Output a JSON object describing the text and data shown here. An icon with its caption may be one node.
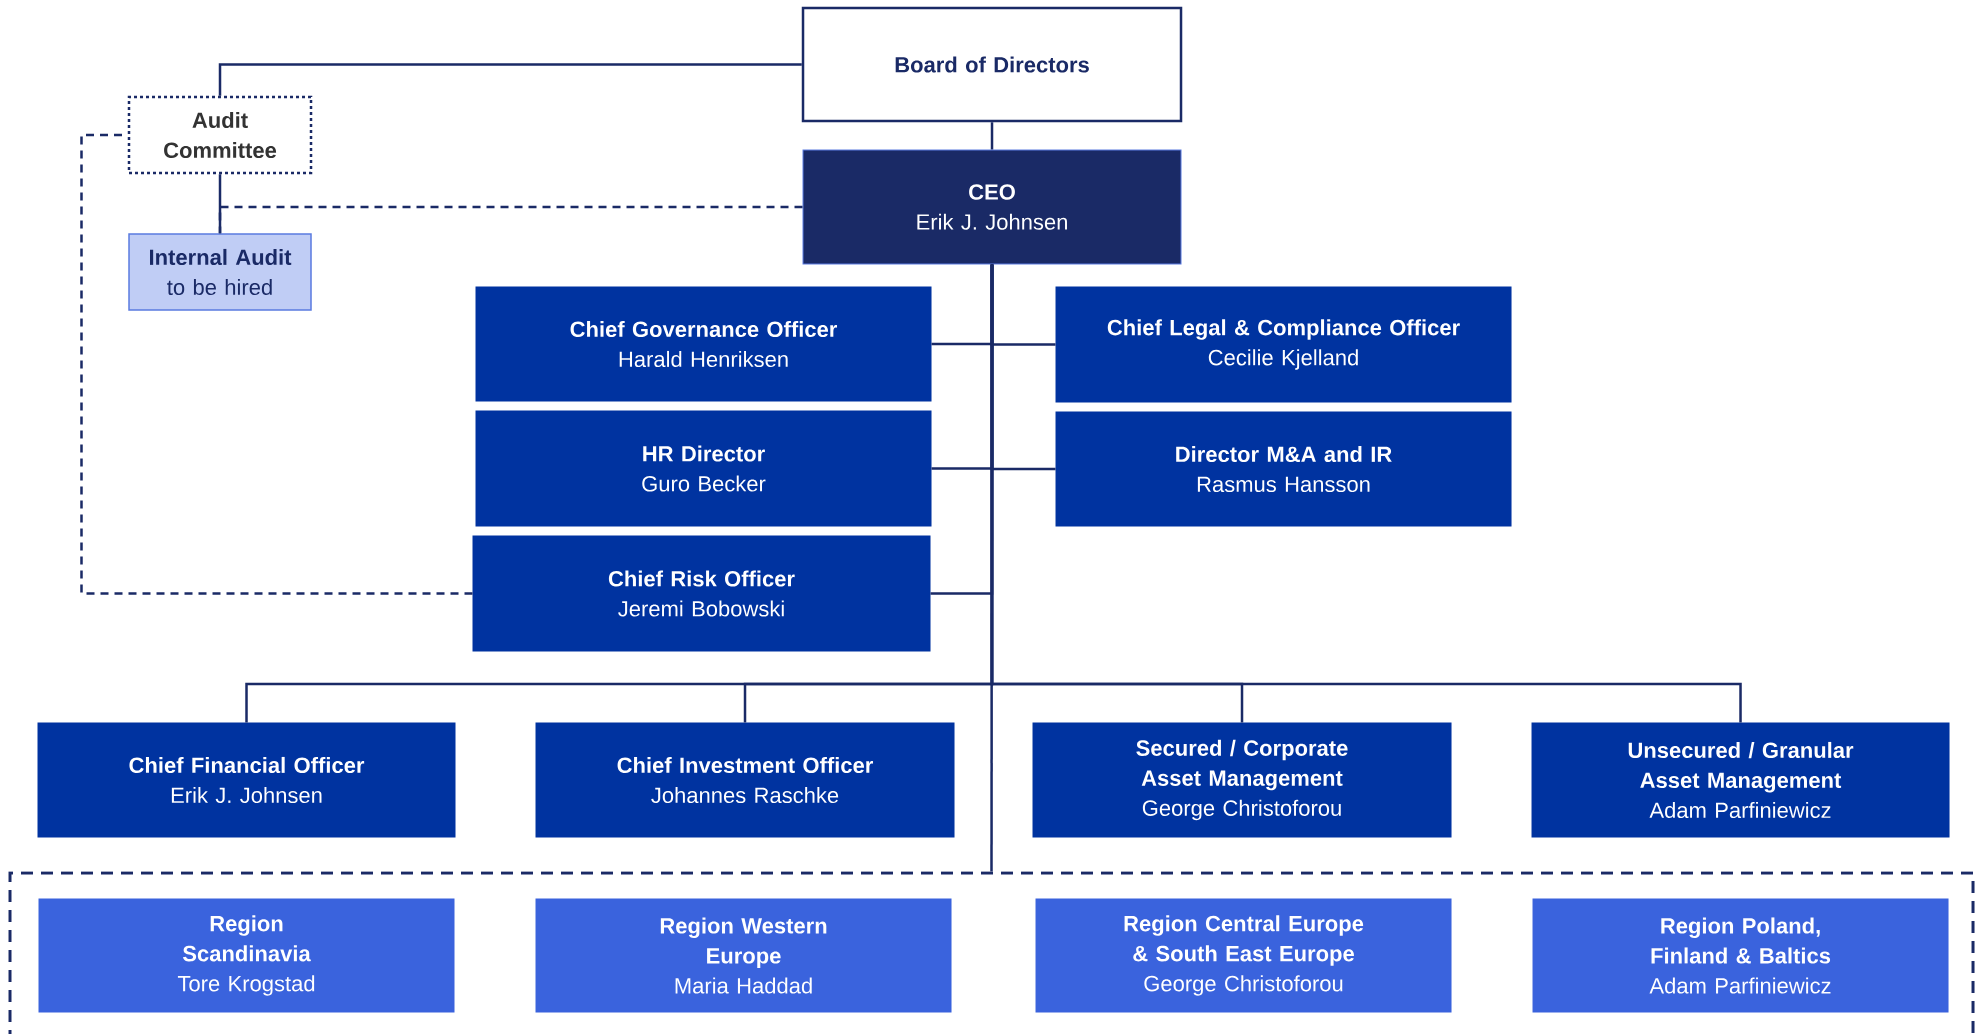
{
  "diagram": {
    "nodes": [
      {
        "text": [
          "Board of Directors"
        ]
      },
      {
        "text": [
          "Audit Committee"
        ]
      },
      {
        "text": [
          "Internal Audit",
          "to be hired"
        ]
      },
      {
        "text": [
          "CEO",
          "Erik J. Johnsen"
        ]
      },
      {
        "text": [
          "Chief Governance Officer",
          "Harald Henriksen"
        ]
      },
      {
        "text": [
          "Chief Legal & Compliance Officer",
          "Cecilie Kjelland"
        ]
      },
      {
        "text": [
          "HR Director",
          "Guro Becker"
        ]
      },
      {
        "text": [
          "Director M&A and IR",
          "Rasmus Hansson"
        ]
      },
      {
        "text": [
          "Chief Risk Officer",
          "Jeremi Bobowski"
        ]
      },
      {
        "text": [
          "Chief Financial Officer",
          "Erik J. Johnsen"
        ]
      },
      {
        "text": [
          "Chief Investment Officer",
          "Johannes Raschke"
        ]
      },
      {
        "text": [
          "Secured / Corporate Asset Management",
          "George Christoforou"
        ]
      },
      {
        "text": [
          "Unsecured / Granular Asset Management",
          "Adam Parfiniewicz"
        ]
      },
      {
        "text": [],
        "shape": "box"
      },
      {
        "text": [
          "Region Scandinavia",
          "Tore Krogstad"
        ],
        "in": 13
      },
      {
        "text": [
          "Region Western Europe",
          "Maria Haddad"
        ],
        "in": 13
      },
      {
        "text": [
          "Region Central Europe & South East Europe",
          "George Christoforou"
        ],
        "in": 13
      },
      {
        "text": [
          "Region Poland, Finland & Baltics",
          "Adam Parfiniewicz"
        ],
        "in": 13
      }
    ],
    "edges": [
      {
        "from": 0,
        "to": 1,
        "arrow": "none"
      },
      {
        "from": 0,
        "to": 3,
        "arrow": "none"
      },
      {
        "from": 1,
        "to": 2,
        "arrow": "none"
      },
      {
        "from": 3,
        "to": 2,
        "arrow": "none",
        "style": "dashed"
      },
      {
        "from": 8,
        "to": 1,
        "arrow": "none",
        "style": "dashed"
      },
      {
        "from": 3,
        "to": 4,
        "arrow": "none"
      },
      {
        "from": 3,
        "to": 5,
        "arrow": "none"
      },
      {
        "from": 3,
        "to": 6,
        "arrow": "none"
      },
      {
        "from": 3,
        "to": 7,
        "arrow": "none"
      },
      {
        "from": 3,
        "to": 8,
        "arrow": "none"
      },
      {
        "from": 3,
        "to": 9,
        "arrow": "none"
      },
      {
        "from": 3,
        "to": 10,
        "arrow": "none"
      },
      {
        "from": 3,
        "to": 11,
        "arrow": "none"
      },
      {
        "from": 3,
        "to": 12,
        "arrow": "none"
      },
      {
        "from": 3,
        "to": 13,
        "arrow": "none"
      }
    ]
  }
}
